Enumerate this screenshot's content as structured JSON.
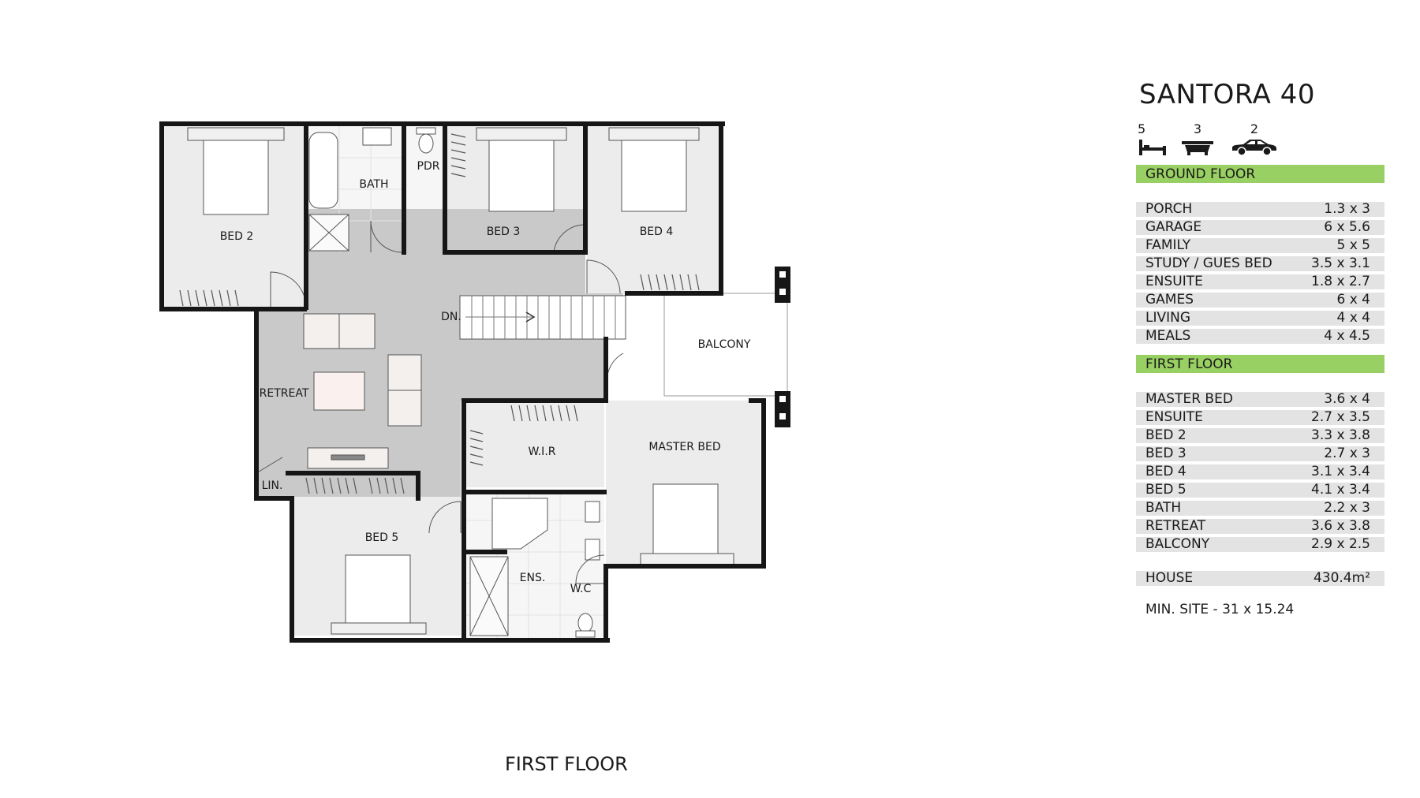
{
  "plan": {
    "floor_label": "FIRST FLOOR",
    "rooms": {
      "bed2": "BED 2",
      "bath": "BATH",
      "pdr": "PDR",
      "bed3": "BED 3",
      "bed4": "BED 4",
      "dn": "DN.",
      "balcony": "BALCONY",
      "retreat": "RETREAT",
      "wir": "W.I.R",
      "master": "MASTER BED",
      "lin": "LIN.",
      "bed5": "BED 5",
      "ens": "ENS.",
      "wc": "W.C"
    }
  },
  "panel": {
    "title": "SANTORA 40",
    "icons": [
      {
        "name": "bed-icon",
        "count": "5"
      },
      {
        "name": "bath-icon",
        "count": "3"
      },
      {
        "name": "car-icon",
        "count": "2"
      }
    ],
    "ground": {
      "heading": "GROUND FLOOR",
      "rows": [
        {
          "room": "PORCH",
          "size": "1.3 x 3"
        },
        {
          "room": "GARAGE",
          "size": "6 x 5.6"
        },
        {
          "room": "FAMILY",
          "size": "5 x 5"
        },
        {
          "room": "STUDY / GUES BED",
          "size": "3.5 x 3.1"
        },
        {
          "room": "ENSUITE",
          "size": "1.8 x 2.7"
        },
        {
          "room": "GAMES",
          "size": "6 x 4"
        },
        {
          "room": "LIVING",
          "size": "4 x 4"
        },
        {
          "room": "MEALS",
          "size": "4 x 4.5"
        }
      ]
    },
    "first": {
      "heading": "FIRST FLOOR",
      "rows": [
        {
          "room": "MASTER BED",
          "size": "3.6 x 4"
        },
        {
          "room": "ENSUITE",
          "size": "2.7 x 3.5"
        },
        {
          "room": "BED 2",
          "size": "3.3 x 3.8"
        },
        {
          "room": "BED 3",
          "size": "2.7 x 3"
        },
        {
          "room": "BED 4",
          "size": "3.1 x 3.4"
        },
        {
          "room": "BED 5",
          "size": "4.1 x 3.4"
        },
        {
          "room": "BATH",
          "size": "2.2 x 3"
        },
        {
          "room": "RETREAT",
          "size": "3.6 x 3.8"
        },
        {
          "room": "BALCONY",
          "size": "2.9 x 2.5"
        }
      ]
    },
    "house": {
      "room": "HOUSE",
      "size": "430.4m²"
    },
    "site": "MIN. SITE - 31 x 15.24"
  }
}
